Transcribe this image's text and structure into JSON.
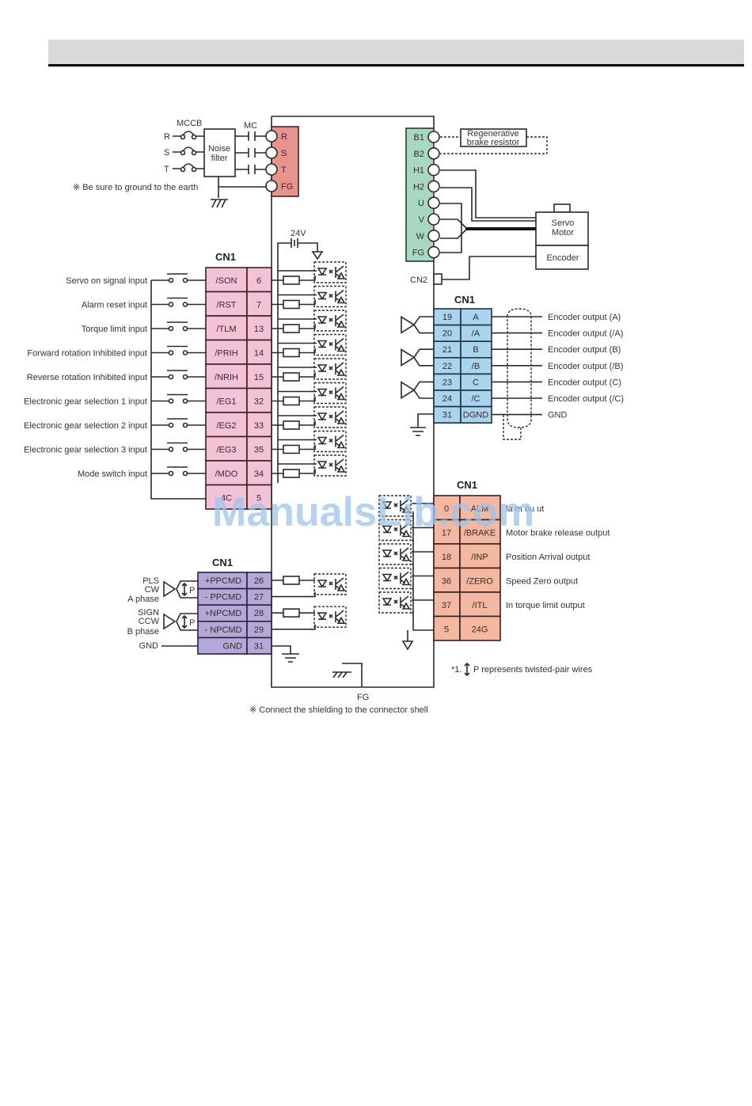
{
  "colors": {
    "power_terminal": "#e8938e",
    "motor_terminal": "#a8d8c0",
    "cn1_input": "#f4c2d6",
    "cn1_encoder": "#a9d4ee",
    "cn1_output": "#f4b8a0",
    "cn1_pulse": "#b4a8d8",
    "watermark": "#9cc4ec"
  },
  "power": {
    "mccb_label": "MCCB",
    "mc_label": "MC",
    "phases": [
      "R",
      "S",
      "T"
    ],
    "noise_filter_label": [
      "Noise",
      "filter"
    ],
    "terminals": [
      "R",
      "S",
      "T",
      "FG"
    ],
    "ground_note": "※ Be sure to ground to the earth"
  },
  "motor": {
    "terminals": [
      "B1",
      "B2",
      "H1",
      "H2",
      "U",
      "V",
      "W",
      "FG"
    ],
    "regen_resistor": [
      "Regenerative",
      "brake resistor"
    ],
    "servo_motor": [
      "Servo",
      "Motor"
    ],
    "encoder": "Encoder",
    "cn2_label": "CN2"
  },
  "supply": {
    "voltage": "24V"
  },
  "inputs": {
    "connector_label": "CN1",
    "rows": [
      {
        "desc": "Servo on signal input",
        "signal": "/SON",
        "pin": "6"
      },
      {
        "desc": "Alarm reset input",
        "signal": "/RST",
        "pin": "7"
      },
      {
        "desc": "Torque limit input",
        "signal": "/TLM",
        "pin": "13"
      },
      {
        "desc": "Forward rotation Inhibited input",
        "signal": "/PRIH",
        "pin": "14"
      },
      {
        "desc": "Reverse rotation Inhibited input",
        "signal": "/NRIH",
        "pin": "15"
      },
      {
        "desc": "Electronic gear selection 1 input",
        "signal": "/EG1",
        "pin": "32"
      },
      {
        "desc": "Electronic gear selection 2 input",
        "signal": "/EG2",
        "pin": "33"
      },
      {
        "desc": "Electronic gear selection 3 input",
        "signal": "/EG3",
        "pin": "35"
      },
      {
        "desc": "Mode switch input",
        "signal": "/MDO",
        "pin": "34"
      },
      {
        "desc": "",
        "signal": "4C",
        "pin": "5"
      }
    ]
  },
  "encoder_out": {
    "connector_label": "CN1",
    "rows": [
      {
        "pin": "19",
        "signal": "A",
        "desc": "Encoder output (A)"
      },
      {
        "pin": "20",
        "signal": "/A",
        "desc": "Encoder output (/A)"
      },
      {
        "pin": "21",
        "signal": "B",
        "desc": "Encoder output (B)"
      },
      {
        "pin": "22",
        "signal": "/B",
        "desc": "Encoder output (/B)"
      },
      {
        "pin": "23",
        "signal": "C",
        "desc": "Encoder output (C)"
      },
      {
        "pin": "24",
        "signal": "/C",
        "desc": "Encoder output (/C)"
      },
      {
        "pin": "31",
        "signal": "DGND",
        "desc": "GND"
      }
    ]
  },
  "outputs": {
    "connector_label": "CN1",
    "rows": [
      {
        "pin": "0",
        "signal": "ALM",
        "desc": "la m ou ut"
      },
      {
        "pin": "17",
        "signal": "/BRAKE",
        "desc": "Motor brake release output"
      },
      {
        "pin": "18",
        "signal": "/INP",
        "desc": "Position Arrival output"
      },
      {
        "pin": "36",
        "signal": "/ZERO",
        "desc": "Speed Zero output"
      },
      {
        "pin": "37",
        "signal": "/ITL",
        "desc": "In torque limit output"
      },
      {
        "pin": "5",
        "signal": "24G",
        "desc": ""
      }
    ]
  },
  "pulse": {
    "connector_label": "CN1",
    "rows": [
      {
        "signal": "+PPCMD",
        "pin": "26"
      },
      {
        "signal": "- PPCMD",
        "pin": "27"
      },
      {
        "signal": "+NPCMD",
        "pin": "28"
      },
      {
        "signal": "- NPCMD",
        "pin": "29"
      },
      {
        "signal": "GND",
        "pin": "31"
      }
    ],
    "group_a": [
      "PLS",
      "CW",
      "A phase"
    ],
    "group_b": [
      "SIGN",
      "CCW",
      "B phase"
    ],
    "gnd_label": "GND",
    "twist_label": "P"
  },
  "notes": {
    "fg_label": "FG",
    "shield_note": "※ Connect the shielding to the connector shell",
    "twisted_pair_prefix": "*1.",
    "twisted_pair_note": "P  represents twisted-pair wires"
  },
  "watermark": "ManualsLib.com"
}
